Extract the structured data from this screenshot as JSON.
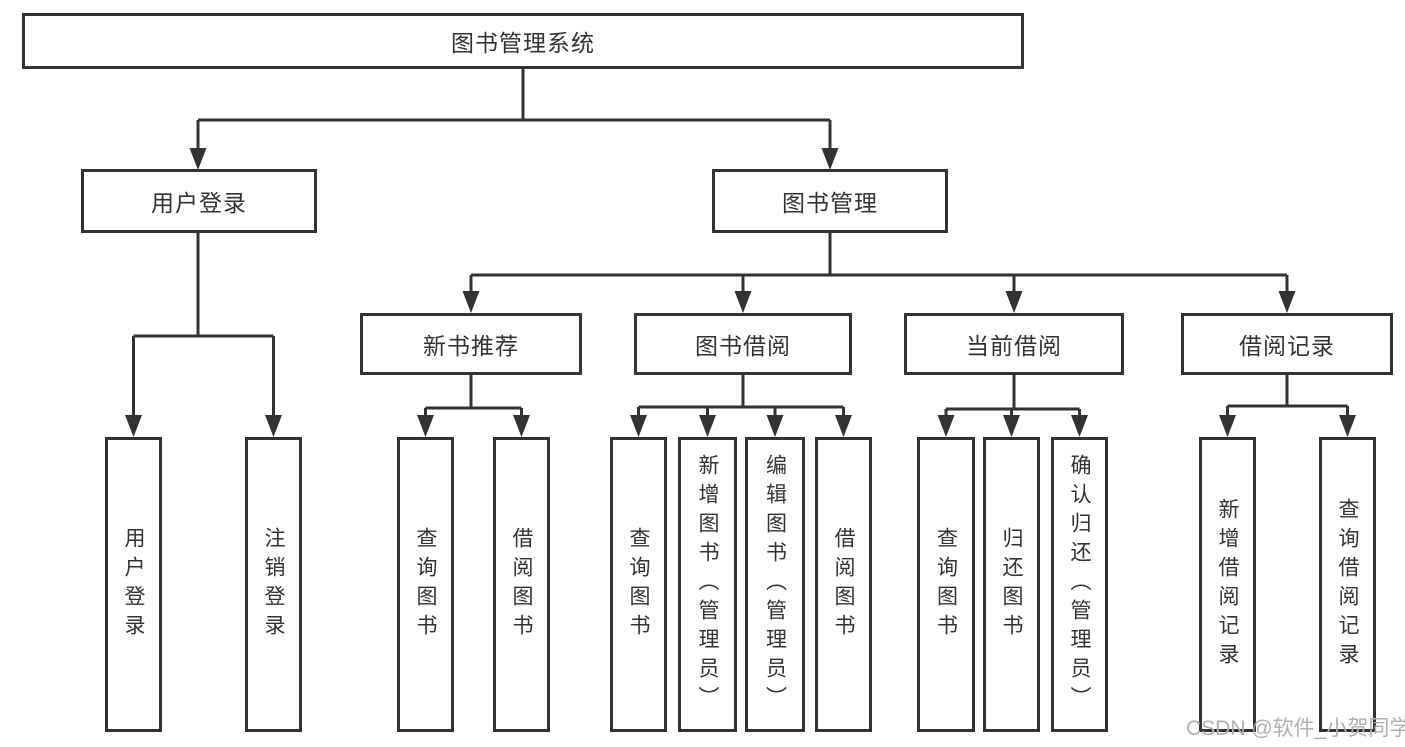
{
  "tree": {
    "label": "图书管理系统",
    "children": [
      {
        "label": "用户登录",
        "children": [
          "用户登录",
          "注销登录"
        ]
      },
      {
        "label": "图书管理",
        "children": [
          {
            "label": "新书推荐",
            "children": [
              "查询图书",
              "借阅图书"
            ]
          },
          {
            "label": "图书借阅",
            "children": [
              "查询图书",
              "新增图书（管理员）",
              "编辑图书（管理员）",
              "借阅图书"
            ]
          },
          {
            "label": "当前借阅",
            "children": [
              "查询图书",
              "归还图书",
              "确认归还（管理员）"
            ]
          },
          {
            "label": "借阅记录",
            "children": [
              "新增借阅记录",
              "查询借阅记录"
            ]
          }
        ]
      }
    ]
  },
  "watermark": {
    "text": "CSDN @软件_小贺同学",
    "color": "#b0b0b0"
  },
  "colors": {
    "background": "#ffffff",
    "box_border": "#333333",
    "text": "#333333",
    "connector": "#333333"
  }
}
